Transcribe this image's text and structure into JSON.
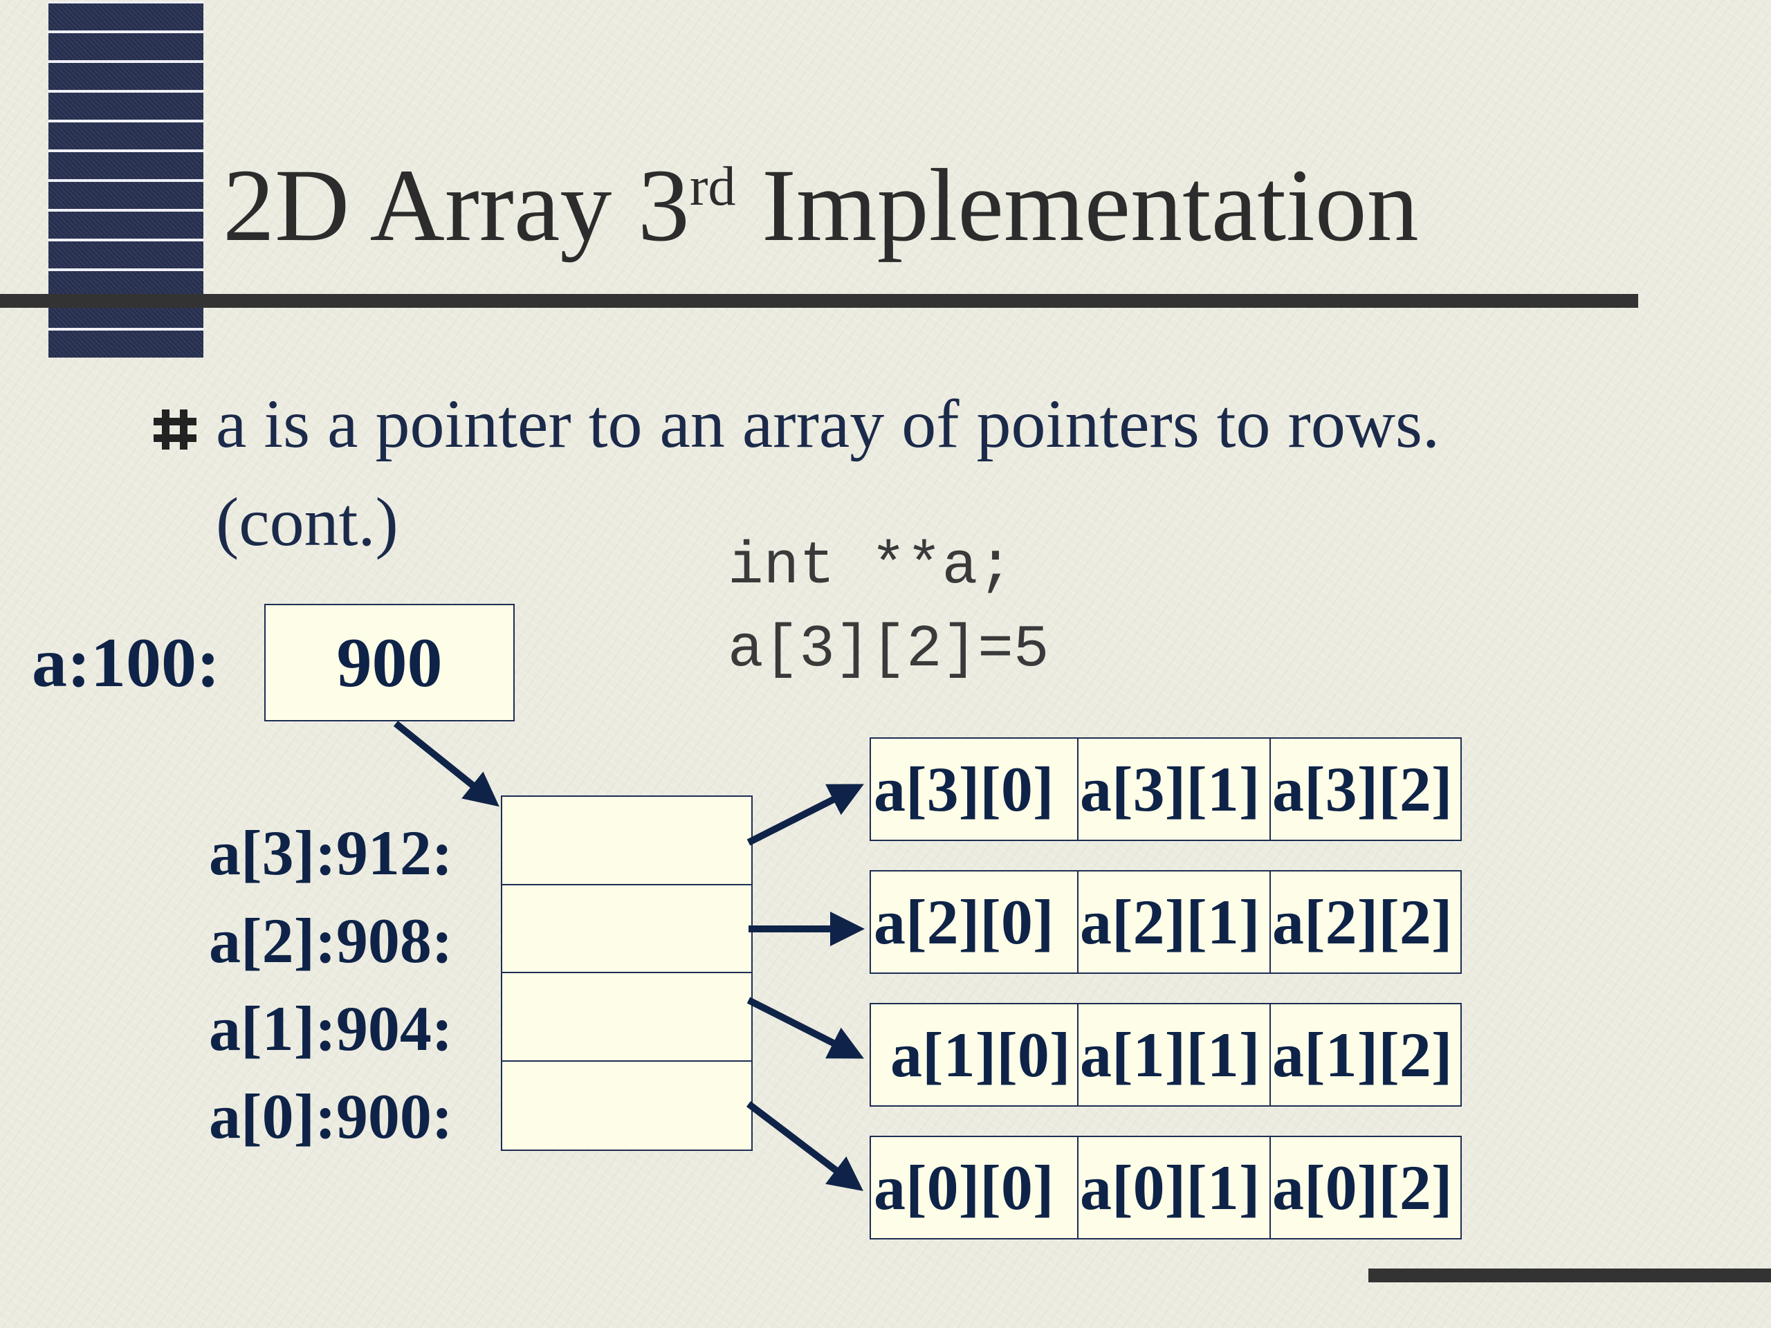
{
  "slide": {
    "title_main": "2D Array 3",
    "title_sup": "rd",
    "title_rest": " Implementation",
    "bullet_icon": "hash-bullet-icon",
    "bullet_text": "a is a pointer to an array of pointers to rows.",
    "bullet_cont": "(cont.)"
  },
  "code": {
    "line1": "int **a;",
    "line2": "a[3][2]=5"
  },
  "diagram": {
    "a_label": "a:100:",
    "a_value": "900",
    "pointer_labels": [
      "a[3]:912:",
      "a[2]:908:",
      "a[1]:904:",
      "a[0]:900:"
    ],
    "rows": [
      [
        "a[3][0]",
        "a[3][1]",
        "a[3][2]"
      ],
      [
        "a[2][0]",
        "a[2][1]",
        "a[2][2]"
      ],
      [
        "a[1][0]",
        "a[1][1]",
        "a[1][2]"
      ],
      [
        "a[0][0]",
        "a[0][1]",
        "a[0][2]"
      ]
    ]
  },
  "colors": {
    "navy": "#0e2347",
    "box_fill": "#fefee8",
    "rule": "#333333",
    "background": "#ecebe0"
  }
}
